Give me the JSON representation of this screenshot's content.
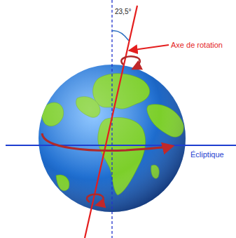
{
  "diagram": {
    "labels": [
      "23,5°",
      "Axe de rotation",
      "Écliptique"
    ]
  }
}
